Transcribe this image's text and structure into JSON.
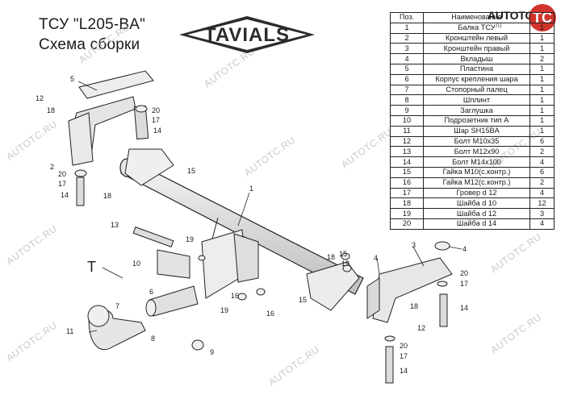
{
  "header": {
    "line1": "ТСУ  \"L205-BA\"",
    "line2": "Схема сборки"
  },
  "brand": {
    "logo_text": "TAVIALS",
    "site_logo_text": "AUTOTC",
    "site_logo_badge": "TC",
    "site_logo_sub": ".ru"
  },
  "watermark": "AUTOTC.RU",
  "table": {
    "headers": [
      "Поз.",
      "Наименование",
      ""
    ],
    "rows": [
      {
        "n": "1",
        "name": "Балка ТСУ",
        "q": "1"
      },
      {
        "n": "2",
        "name": "Кронштейн левый",
        "q": "1"
      },
      {
        "n": "3",
        "name": "Кронштейн правый",
        "q": "1"
      },
      {
        "n": "4",
        "name": "Вкладыш",
        "q": "2"
      },
      {
        "n": "5",
        "name": "Пластина",
        "q": "1"
      },
      {
        "n": "6",
        "name": "Корпус крепления шара",
        "q": "1"
      },
      {
        "n": "7",
        "name": "Стопорный палец",
        "q": "1"
      },
      {
        "n": "8",
        "name": "Шплинт",
        "q": "1"
      },
      {
        "n": "9",
        "name": "Заглушка",
        "q": "1"
      },
      {
        "n": "10",
        "name": "Подрозетник тип А",
        "q": "1"
      },
      {
        "n": "11",
        "name": "Шар SH15BA",
        "q": "1"
      },
      {
        "n": "12",
        "name": "Болт М10х35",
        "q": "6"
      },
      {
        "n": "13",
        "name": "Болт М12х90",
        "q": "2"
      },
      {
        "n": "14",
        "name": "Болт М14х100",
        "q": "4"
      },
      {
        "n": "15",
        "name": "Гайка М10(с.контр.)",
        "q": "6"
      },
      {
        "n": "16",
        "name": "Гайка М12(с.контр.)",
        "q": "2"
      },
      {
        "n": "17",
        "name": "Гровер d 12",
        "q": "4"
      },
      {
        "n": "18",
        "name": "Шайба d 10",
        "q": "12"
      },
      {
        "n": "19",
        "name": "Шайба d 12",
        "q": "3"
      },
      {
        "n": "20",
        "name": "Шайба d 14",
        "q": "4"
      }
    ]
  },
  "callouts": {
    "c1": "1",
    "c2": "2",
    "c3": "3",
    "c4a": "4",
    "c4b": "4",
    "c5": "5",
    "c6": "6",
    "c7": "7",
    "c8": "8",
    "c9": "9",
    "c10": "10",
    "c11": "11",
    "c12a": "12",
    "c12b": "12",
    "c13": "13",
    "c14a": "14",
    "c14b": "14",
    "c14c": "14",
    "c14d": "14",
    "c15a": "15",
    "c15b": "15",
    "c15c": "15",
    "c16a": "16",
    "c16b": "16",
    "c17a": "17",
    "c17b": "17",
    "c17c": "17",
    "c17d": "17",
    "c18a": "18",
    "c18b": "18",
    "c18c": "18",
    "c18d": "18",
    "c19a": "19",
    "c19b": "19",
    "c19c": "19",
    "c20a": "20",
    "c20b": "20",
    "c20c": "20",
    "c20d": "20",
    "cT": "T"
  }
}
